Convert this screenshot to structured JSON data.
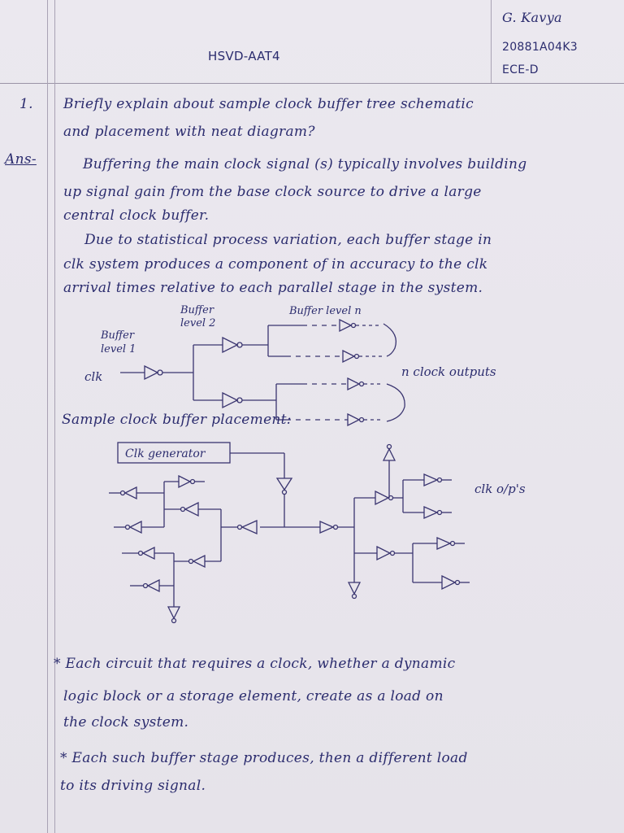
{
  "header": {
    "title": "HSVD-AAT4",
    "name": "G. Kavya",
    "roll": "20881A04K3",
    "section": "ECE-D"
  },
  "question": {
    "number": "1.",
    "line1": "Briefly explain about sample clock buffer tree schematic",
    "line2": "and placement with neat diagram?"
  },
  "answer": {
    "label": "Ans-",
    "para1": [
      "Buffering the main clock signal (s) typically involves building",
      "up signal gain from the base clock source to drive a large",
      "central clock buffer."
    ],
    "para2": [
      "Due to statistical process variation, each buffer stage in",
      "clk system produces a component of in accuracy to the clk",
      "arrival times relative to each parallel stage in the system."
    ]
  },
  "diagram1": {
    "buffer_level2": [
      "Buffer",
      "level 2"
    ],
    "buffer_level_n": "Buffer level n",
    "buffer_level1": [
      "Buffer",
      "level 1"
    ],
    "clk": "clk",
    "outputs": "n clock outputs"
  },
  "diagram2": {
    "title": "Sample clock buffer placement:",
    "generator": "Clk generator",
    "clk_outputs": "clk o/p's"
  },
  "notes": [
    "* Each circuit that requires a clock, whether a dynamic",
    "logic block or a storage element, create as a load on",
    "the clock system.",
    "* Each such buffer stage produces, then a different load",
    "to its driving signal."
  ]
}
